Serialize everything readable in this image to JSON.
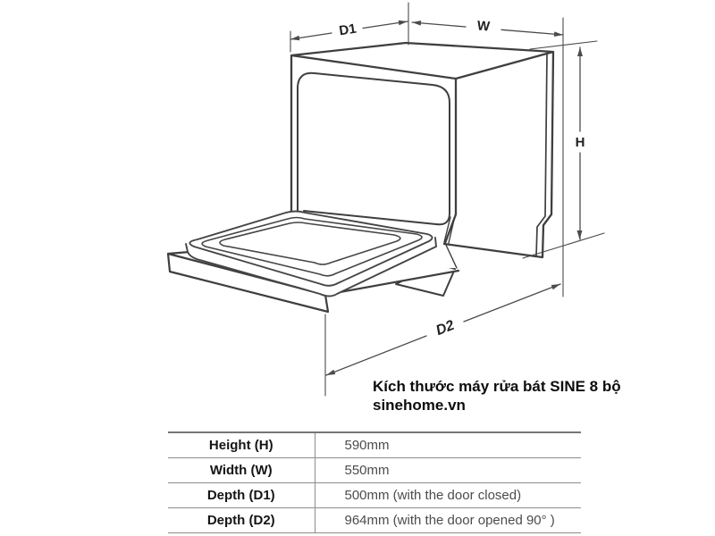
{
  "diagram": {
    "labels": {
      "d1": "D1",
      "w": "W",
      "h": "H",
      "d2": "D2"
    },
    "caption": {
      "line1": "Kích thước máy rửa bát SINE 8 bộ",
      "line2": "sinehome.vn"
    }
  },
  "table": {
    "rows": [
      {
        "label": "Height (H)",
        "value": "590mm"
      },
      {
        "label": "Width (W)",
        "value": "550mm"
      },
      {
        "label": "Depth (D1)",
        "value": "500mm (with the door closed)"
      },
      {
        "label": "Depth (D2)",
        "value": "964mm (with the door opened 90° )"
      }
    ]
  },
  "colors": {
    "drawing_line": "#3f3f3f",
    "dimension_line": "#4b4b4b",
    "table_border": "#8c8c8c",
    "text": "#151515",
    "value_text": "#4c4c4c",
    "background": "#ffffff"
  }
}
